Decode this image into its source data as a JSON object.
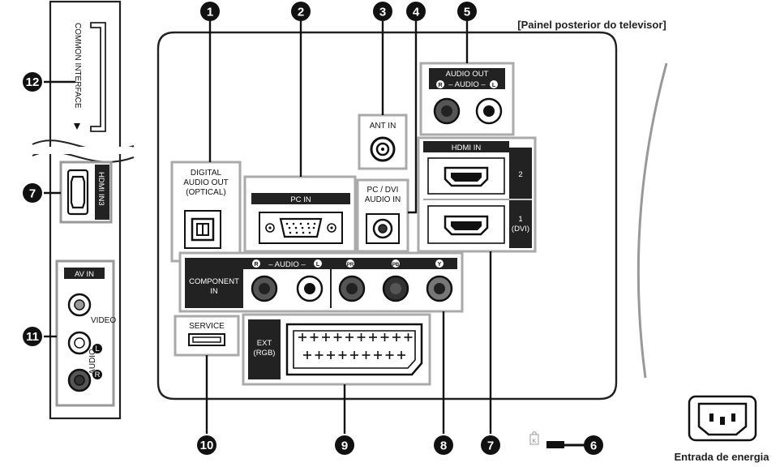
{
  "header": {
    "panel_title": "[Painel posterior do televisor]"
  },
  "power": {
    "label": "Entrada de energia"
  },
  "side_panel": {
    "common_interface": "COMMON INTERFACE",
    "hdmi3": "HDMI IN3",
    "av_in": "AV IN",
    "video": "VIDEO",
    "audio": "AUDIO",
    "l": "L",
    "r": "R"
  },
  "ports": {
    "digital_audio_out_1": "DIGITAL",
    "digital_audio_out_2": "AUDIO OUT",
    "digital_audio_out_3": "(OPTICAL)",
    "pc_in": "PC IN",
    "ant_in": "ANT IN",
    "pc_dvi_audio_1": "PC / DVI",
    "pc_dvi_audio_2": "AUDIO IN",
    "audio_out": "AUDIO OUT",
    "audio_out_sub": "– AUDIO –",
    "hdmi_in": "HDMI IN",
    "hdmi_2": "2",
    "hdmi_1": "1",
    "hdmi_1_sub": "(DVI)",
    "component_1": "COMPONENT",
    "component_2": "IN",
    "component_audio": "– AUDIO –",
    "pr": "PR",
    "pb": "PB",
    "y": "Y",
    "r": "R",
    "l": "L",
    "k": "K",
    "service": "SERVICE",
    "ext_1": "EXT",
    "ext_2": "(RGB)"
  },
  "callouts": [
    "1",
    "2",
    "3",
    "4",
    "5",
    "6",
    "7",
    "8",
    "9",
    "10",
    "11",
    "12"
  ]
}
